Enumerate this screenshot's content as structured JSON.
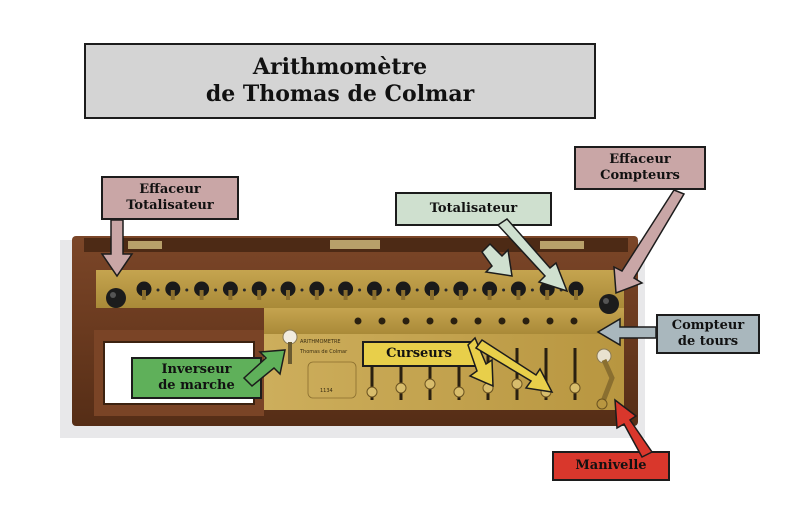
{
  "title": {
    "line1": "Arithmomètre",
    "line2": "de Thomas de Colmar"
  },
  "labels": {
    "effaceur_totalisateur": {
      "line1": "Effaceur",
      "line2": "Totalisateur",
      "color": "#c9a6a6"
    },
    "effaceur_compteurs": {
      "line1": "Effaceur",
      "line2": "Compteurs",
      "color": "#c9a6a6"
    },
    "totalisateur": {
      "text": "Totalisateur",
      "color": "#cfe0cf"
    },
    "compteur_de_tours": {
      "line1": "Compteur",
      "line2": "de tours",
      "color": "#a9b7bd"
    },
    "inverseur_de_marche": {
      "line1": "Inverseur",
      "line2": "de marche",
      "color": "#5fb05a"
    },
    "curseurs": {
      "text": "Curseurs",
      "color": "#e8cf4a"
    },
    "manivelle": {
      "text": "Manivelle",
      "color": "#d9372c"
    }
  },
  "machine_plate": {
    "line1": "ARITHMOMETRE",
    "line2": "Thomas de Colmar",
    "number": "1134"
  },
  "colors": {
    "wood": "#6e3f22",
    "wood_dark": "#4a2814",
    "brass": "#b6953f",
    "brass_light": "#d8bd6c",
    "knob": "#1c1c1c"
  }
}
